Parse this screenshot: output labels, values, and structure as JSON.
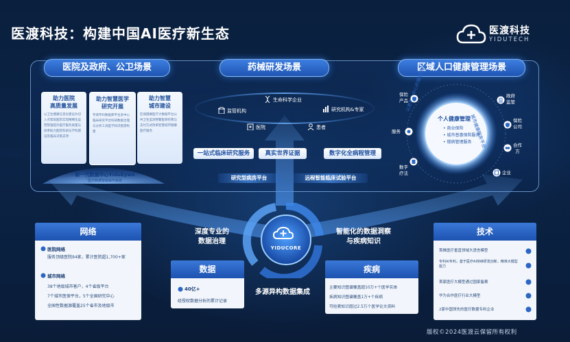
{
  "title": "医渡科技：构建中国AI医疗新生态",
  "logo": {
    "name_cn": "医渡科技",
    "name_en": "YIDUTECH",
    "icon": "cloud-plus-icon"
  },
  "top_section": {
    "left": {
      "header": "医院及政府、公卫场景",
      "cards": [
        {
          "title": "助力医院\n高质量发展",
          "body": "以卫生健康信息化建设为切入点帮助医院实现精细化运营管理提升医疗服务质量与效率助力医院科研与学科建设及临床决策支持"
        },
        {
          "title": "助力智慧医学\n研究开展",
          "body": "专病专科数据库平台多中心临床研究平台科研数据治理与分析工具医学知识图谱构建"
        },
        {
          "title": "助力智慧\n城市建设",
          "body": "区域健康医疗大数据平台公共卫生监测预警医保控费与支付方式改革智慧城市健康医疗服务"
        }
      ],
      "center_label": "新一代数据中心YiduEywa",
      "center_sublabel": "医疗数据智能操作系统"
    },
    "middle": {
      "header": "药械研发场景",
      "nodes": [
        {
          "label": "监管机构",
          "icon": "building-icon"
        },
        {
          "label": "生命科学企业",
          "icon": "dna-icon"
        },
        {
          "label": "研究机构&专家",
          "icon": "chart-icon"
        },
        {
          "label": "医院",
          "icon": "hospital-icon"
        },
        {
          "label": "患者",
          "icon": "patient-icon"
        }
      ],
      "services": [
        "一站式临床研究服务",
        "真实世界证据",
        "数字化全病程管理"
      ],
      "platforms": [
        "研究型病房平台",
        "远程智能临床试验平台"
      ]
    },
    "right": {
      "header": "区域人口健康管理场景",
      "center_title": "个人健康管理",
      "center_items": [
        "商业保险",
        "城市普惠保险服务",
        "慢病管理服务"
      ],
      "ring_left": "以患者为中心的健康管理",
      "ring_right": "城市健康服务平台",
      "stakeholders": [
        {
          "label": "保险\n产品",
          "icon": "shield-icon"
        },
        {
          "label": "服务",
          "icon": "service-icon"
        },
        {
          "label": "数字\n疗法",
          "icon": "digital-therapy-icon"
        },
        {
          "label": "政府\n监管",
          "icon": "government-icon"
        },
        {
          "label": "保险\n公司",
          "icon": "insurance-company-icon"
        },
        {
          "label": "合作\n方",
          "icon": "partner-icon"
        },
        {
          "label": "企业",
          "icon": "enterprise-icon"
        }
      ]
    }
  },
  "core": {
    "name": "YIDUCORE",
    "left_caption": "深度专业的\n数据治理",
    "right_caption": "智能化的数据洞察\n与疾病知识",
    "bottom_caption": "多源异构数据集成"
  },
  "network_card": {
    "title": "网络",
    "sections": [
      {
        "heading": "医院网络",
        "lines": [
          "服务顶级医院94家，累计医院超1,700+家"
        ]
      },
      {
        "heading": "城市网络",
        "lines": [
          "38个地级城市客户，4个省级平台",
          "7个城市医保平台，5个全国研究中心",
          "全国性数据源覆盖25个省市及地级市"
        ]
      }
    ]
  },
  "data_card": {
    "title": "数据",
    "headline": "40亿+",
    "sub": "经授权数据分析的累计记录"
  },
  "disease_card": {
    "title": "疾病",
    "lines": [
      "主要知识图谱覆盖超10万+个医学实体",
      "疾病知识图谱覆盖1万+个疾病",
      "可检索知识超过2.5万个医学论文资料"
    ]
  },
  "tech_card": {
    "title": "技术",
    "lines": [
      "首推医疗垂直领域大语言模型",
      "专利AI专利，基于医疗AI持续研发创新，精准大模型能力",
      "首家医疗大模型通过国家备案",
      "华为合作医疗行业大模型",
      "2家中国领先的医疗数据专利企业"
    ]
  },
  "copyright": "版权©2024医渡云保留所有权利"
}
